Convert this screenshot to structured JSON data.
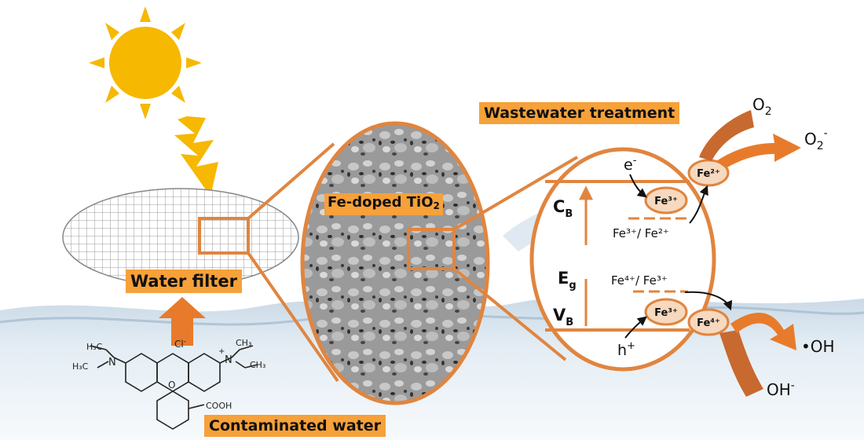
{
  "labels": {
    "water_filter": "Water filter",
    "contaminated_water": "Contaminated water",
    "fe_doped": "Fe-doped TiO",
    "fe_doped_sub": "2",
    "wastewater": "Wastewater treatment"
  },
  "band": {
    "cb": "C",
    "cb_sub": "B",
    "vb": "V",
    "vb_sub": "B",
    "eg": "E",
    "eg_sub": "g",
    "electron": "e",
    "electron_sup": "-",
    "hole": "h",
    "hole_sup": "+",
    "pair_upper": "Fe³⁺/ Fe²⁺",
    "pair_lower": "Fe⁴⁺/ Fe³⁺"
  },
  "ions": {
    "fe3_top": "Fe³⁺",
    "fe2": "Fe²⁺",
    "fe3_bottom": "Fe³⁺",
    "fe4": "Fe⁴⁺"
  },
  "species": {
    "o2": "O",
    "o2_sub": "2",
    "o2_minus": "O",
    "o2_minus_sub": "2",
    "o2_minus_sup": "-",
    "oh_radical": "•OH",
    "oh_minus": "OH",
    "oh_minus_sup": "-"
  },
  "molecule": {
    "cl": "Cl",
    "cl_sup": "-",
    "cooh": "COOH",
    "ch3_a": "H₃C",
    "ch3_b": "CH₃",
    "ch3_c": "H₃C",
    "ch3_d": "CH₃",
    "n_left": "N",
    "n_right": "N",
    "o_ring": "O",
    "plus": "+"
  },
  "colors": {
    "accent": "#f6a13a",
    "stroke": "#e0853f",
    "arrow_brown": "#c8692f",
    "ion_fill": "#f7d9bf",
    "sun": "#f6b800",
    "water": "#a9c3d6"
  }
}
